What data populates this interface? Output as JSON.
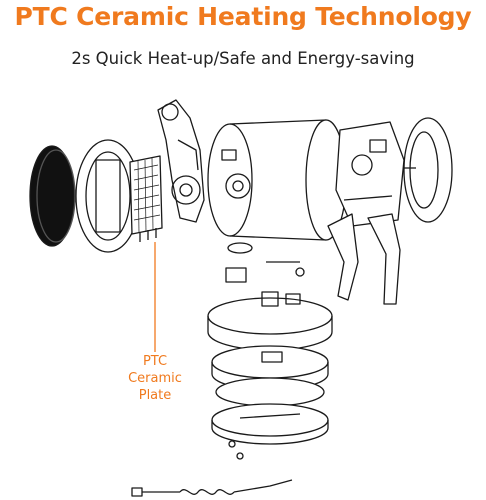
{
  "header": {
    "title": "PTC Ceramic Heating Technology",
    "subtitle": "2s Quick Heat-up/Safe and Energy-saving"
  },
  "callout": {
    "lines": [
      "PTC",
      "Ceramic",
      "Plate"
    ]
  },
  "colors": {
    "accent": "#f07a1e",
    "line": "#1a1a1a"
  }
}
